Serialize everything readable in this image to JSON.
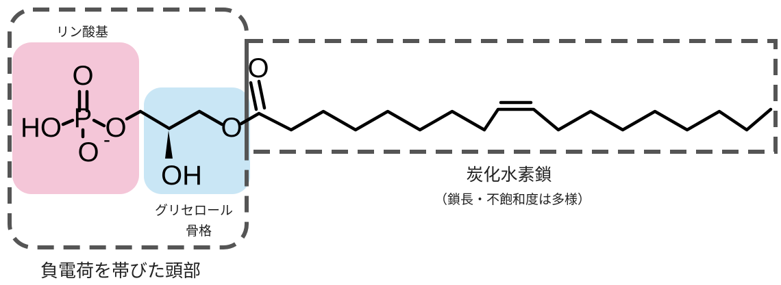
{
  "labels": {
    "phosphate_group": "リン酸基",
    "glycerol_line1": "グリセロール",
    "glycerol_line2": "骨格",
    "head_group": "負電荷を帯びた頭部",
    "hydrocarbon_chain": "炭化水素鎖",
    "hydrocarbon_note": "（鎖長・不飽和度は多様）"
  },
  "atoms": {
    "phosphate_top_o": "O",
    "phosphorus": "P",
    "hydroxyl": "HO",
    "bridge_o": "O",
    "anion_o": "O",
    "anion_charge": "-",
    "glycerol_oh": "OH",
    "ester_o": "O",
    "carbonyl_o": "O"
  },
  "colors": {
    "phosphate_highlight": "#f4c6d8",
    "glycerol_highlight": "#c9e6f5",
    "dashed_box": "#555555",
    "bonds": "#000000"
  }
}
